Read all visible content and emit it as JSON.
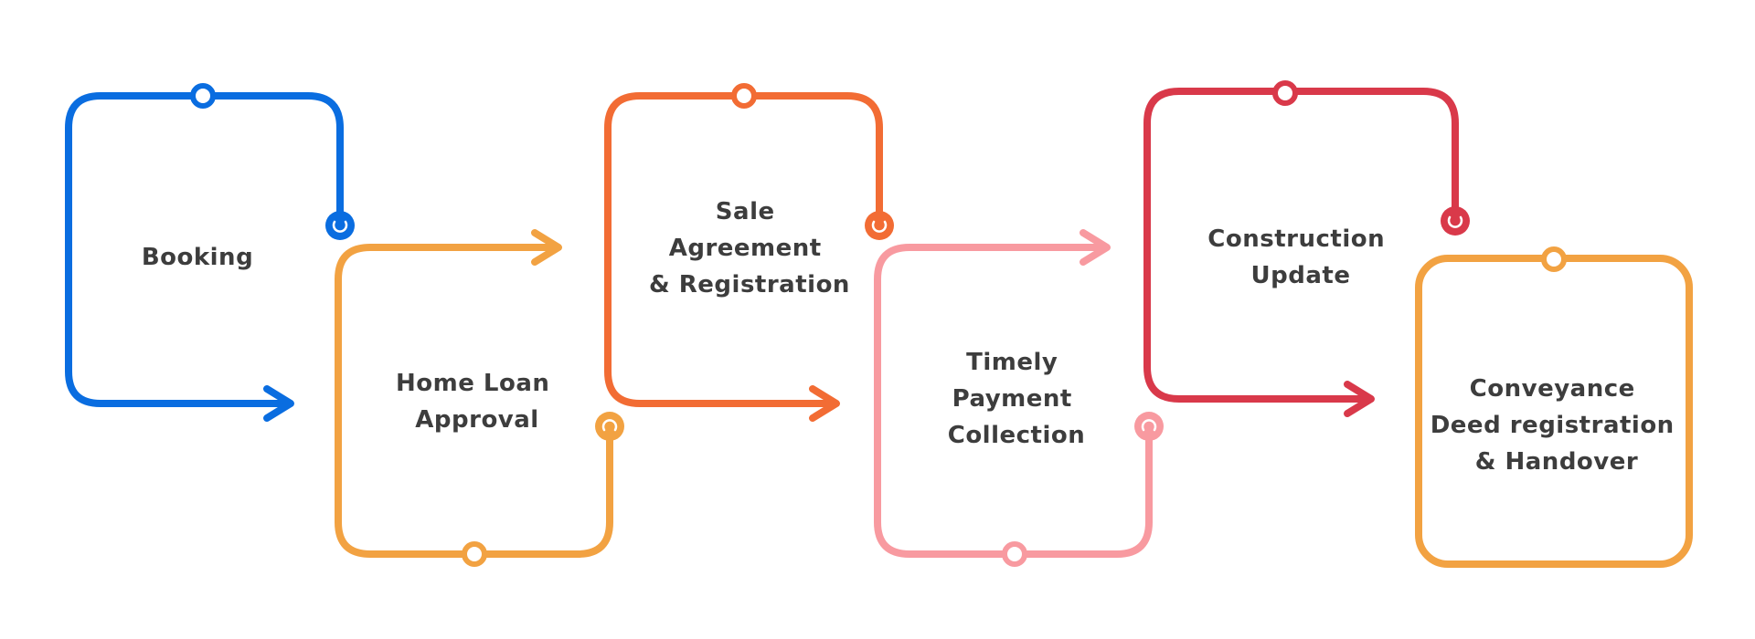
{
  "steps": [
    {
      "id": "booking",
      "lines": [
        "Booking"
      ],
      "color": "#0a6de0"
    },
    {
      "id": "home-loan-approval",
      "lines": [
        "Home Loan",
        "Approval"
      ],
      "color": "#f2a242"
    },
    {
      "id": "sale-agreement",
      "lines": [
        "Sale",
        "Agreement",
        "& Registration"
      ],
      "color": "#f26c34"
    },
    {
      "id": "timely-payment",
      "lines": [
        "Timely",
        "Payment",
        "Collection"
      ],
      "color": "#f89aa0"
    },
    {
      "id": "construction-update",
      "lines": [
        "Construction",
        "Update"
      ],
      "color": "#d9394a"
    },
    {
      "id": "conveyance",
      "lines": [
        "Conveyance",
        "Deed registration",
        "& Handover"
      ],
      "color": "#f2a242"
    }
  ]
}
